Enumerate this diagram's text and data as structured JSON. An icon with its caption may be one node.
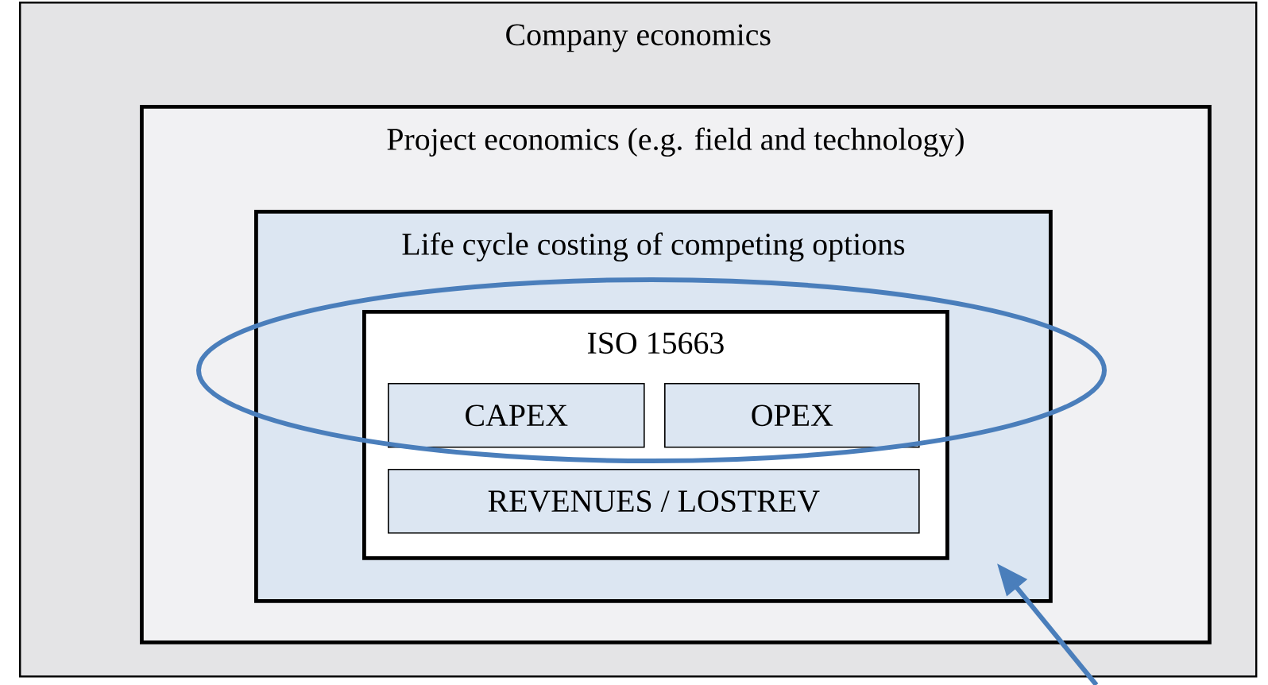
{
  "diagram": {
    "nodes": [
      {
        "text": [
          "Company economics"
        ]
      },
      {
        "text": [
          "Project economics (e.g. field and technology)"
        ],
        "in": 0
      },
      {
        "text": [
          "Life cycle costing of competing options"
        ],
        "in": 1
      },
      {
        "text": [
          "ISO 15663"
        ],
        "in": 2
      },
      {
        "text": [
          "CAPEX"
        ],
        "in": 3
      },
      {
        "text": [
          "OPEX"
        ],
        "in": 3
      },
      {
        "text": [
          "REVENUES / LOSTREV"
        ],
        "in": 3
      }
    ],
    "edges": [
      {
        "from": null,
        "to": 2,
        "arrow": "to"
      }
    ]
  }
}
